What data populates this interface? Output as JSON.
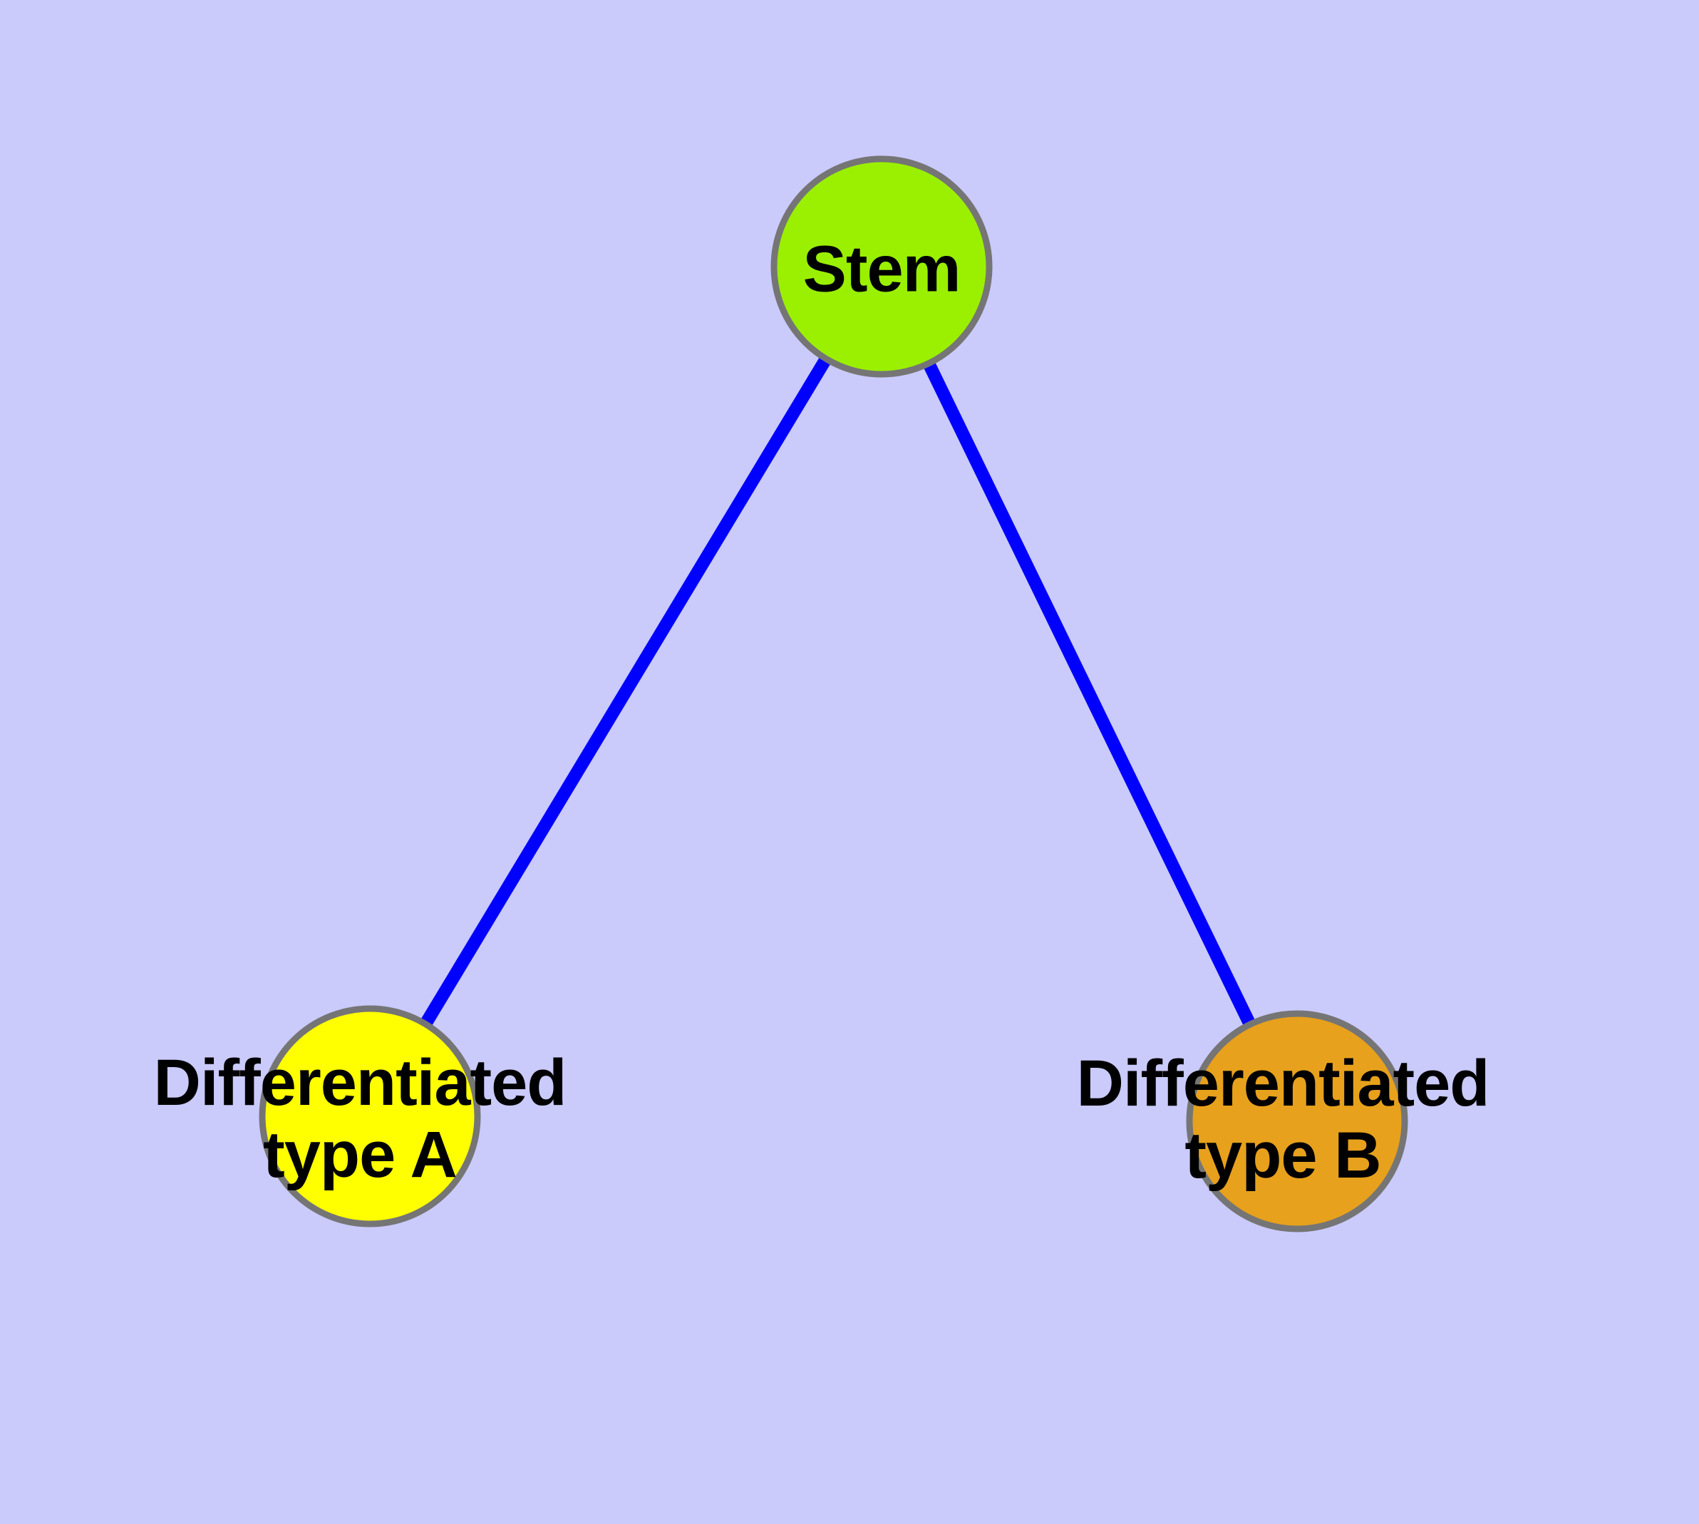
{
  "diagram": {
    "type": "node-link-graph",
    "background_color": "#cacafb",
    "edge_color": "#0000ff",
    "node_border_color": "#757575",
    "text_color": "#000000",
    "nodes": {
      "stem": {
        "label": "Stem",
        "color": "#9af000"
      },
      "type_a": {
        "label_line1": "Differentiated",
        "label_line2": "type A",
        "color": "#ffff00"
      },
      "type_b": {
        "label_line1": "Differentiated",
        "label_line2": "type B",
        "color": "#e7a11c"
      }
    },
    "edges": [
      {
        "from": "Stem",
        "to": "Differentiated type A"
      },
      {
        "from": "Stem",
        "to": "Differentiated type B"
      }
    ]
  }
}
